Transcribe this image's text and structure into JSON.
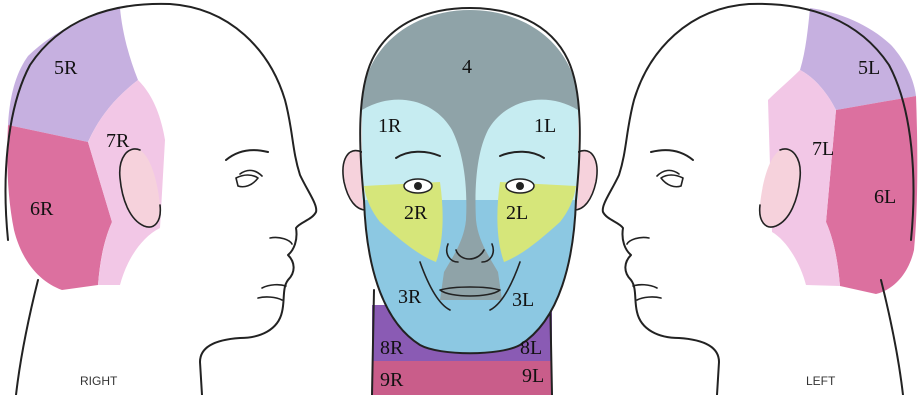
{
  "colors": {
    "zone_1": "#c6ecf1",
    "zone_2": "#d6e67a",
    "zone_3": "#8cc8e2",
    "zone_4": "#8fa3a8",
    "zone_5": "#c6b0e0",
    "zone_6": "#dc709f",
    "zone_7": "#f2c7e6",
    "zone_8": "#8a5bb4",
    "zone_9": "#c95d8a",
    "skin_ear": "#f6d2dc",
    "outline": "#222222"
  },
  "labels": {
    "z1r": "1R",
    "z1l": "1L",
    "z2r": "2R",
    "z2l": "2L",
    "z3r": "3R",
    "z3l": "3L",
    "z4": "4",
    "z5r": "5R",
    "z5l": "5L",
    "z6r": "6R",
    "z6l": "6L",
    "z7r": "7R",
    "z7l": "7L",
    "z8r": "8R",
    "z8l": "8L",
    "z9r": "9R",
    "z9l": "9L"
  },
  "views": {
    "right_caption": "RIGHT",
    "left_caption": "LEFT"
  }
}
